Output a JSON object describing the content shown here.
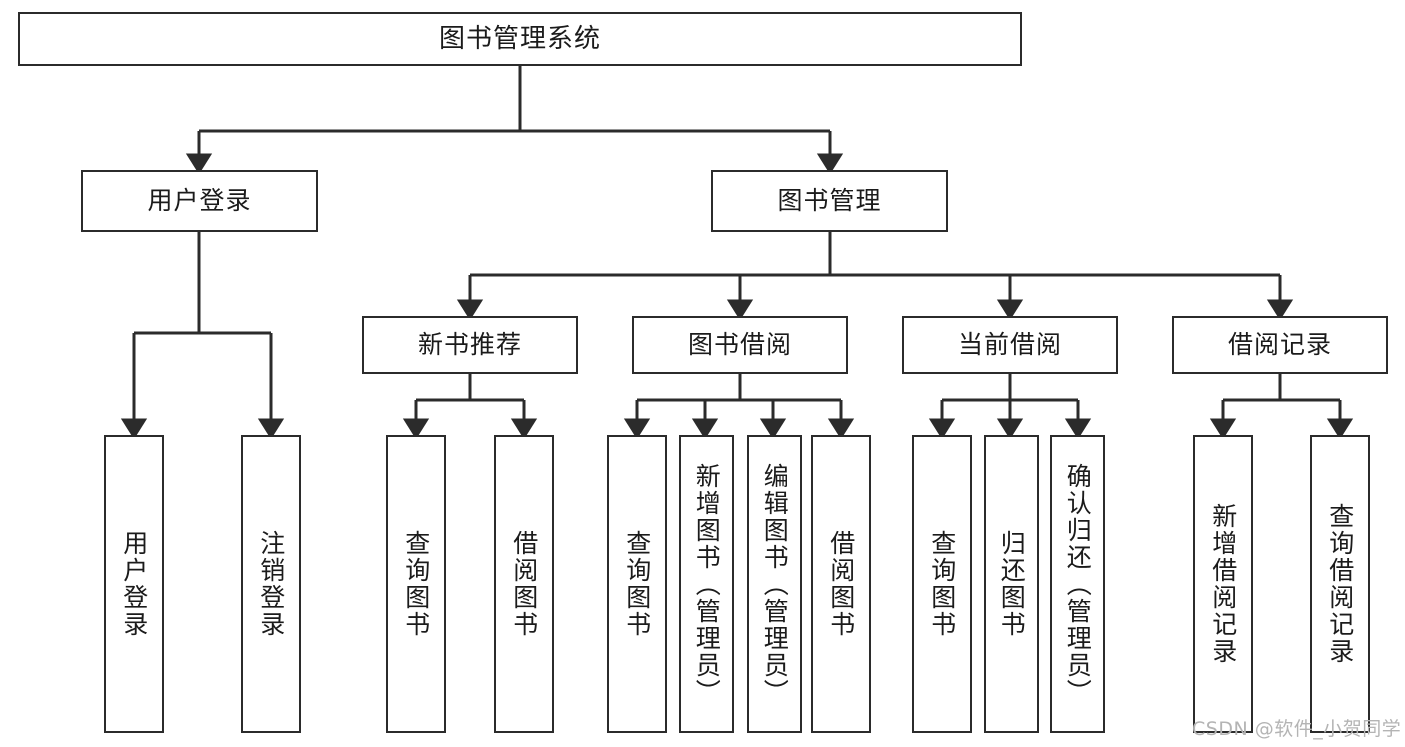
{
  "diagram": {
    "title": "图书管理系统",
    "type": "tree-hierarchy",
    "root": {
      "label": "图书管理系统"
    },
    "level2": [
      {
        "label": "用户登录"
      },
      {
        "label": "图书管理"
      }
    ],
    "level3": [
      {
        "label": "新书推荐"
      },
      {
        "label": "图书借阅"
      },
      {
        "label": "当前借阅"
      },
      {
        "label": "借阅记录"
      }
    ],
    "leaves": {
      "user_login": [
        {
          "label": "用户登录"
        },
        {
          "label": "注销登录"
        }
      ],
      "new_book_recommend": [
        {
          "label": "查询图书"
        },
        {
          "label": "借阅图书"
        }
      ],
      "book_borrow": [
        {
          "label": "查询图书"
        },
        {
          "label": "新增图书（管理员）"
        },
        {
          "label": "编辑图书（管理员）"
        },
        {
          "label": "借阅图书"
        }
      ],
      "current_borrow": [
        {
          "label": "查询图书"
        },
        {
          "label": "归还图书"
        },
        {
          "label": "确认归还（管理员）"
        }
      ],
      "borrow_record": [
        {
          "label": "新增借阅记录"
        },
        {
          "label": "查询借阅记录"
        }
      ]
    }
  },
  "watermark": {
    "text": "CSDN @软件_小贺同学"
  },
  "colors": {
    "stroke": "#2b2b2b",
    "background": "#ffffff",
    "text": "#1b1b1b",
    "watermark": "#b4b4b4"
  }
}
